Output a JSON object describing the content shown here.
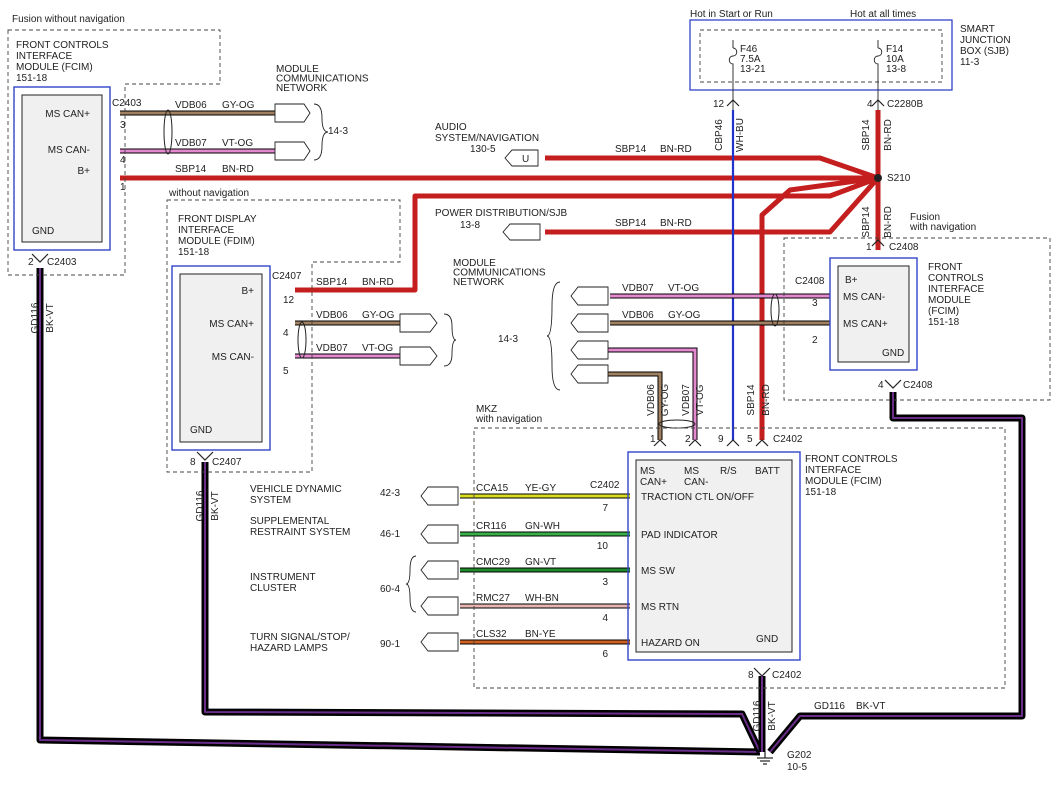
{
  "colors": {
    "bn_rd": "#c41e1e",
    "bk_vt": "#1a1a1a",
    "gy_og": "#a08060",
    "vt_og": "#e488d0",
    "wh_bu": "#2233cc",
    "ye_gy": "#d8dc20",
    "gn_wh": "#38b048",
    "gn_vt": "#1f8a2a",
    "wh_bn": "#e8b4b0",
    "bn_ye": "#d06020",
    "module_fill": "#f0f0f0",
    "module_border": "#3344cc"
  },
  "fcim_left": {
    "group": "Fusion without navigation",
    "title": [
      "FRONT CONTROLS",
      "INTERFACE",
      "MODULE (FCIM)",
      "151-18"
    ],
    "connector": "C2403",
    "connector_bottom": "C2403",
    "pins": [
      {
        "label": "MS CAN+",
        "num": "3"
      },
      {
        "label": "MS CAN-",
        "num": "4"
      },
      {
        "label": "B+",
        "num": "1"
      }
    ],
    "gnd": "GND",
    "gnd_pin": "2"
  },
  "mod_comm_top": {
    "title": [
      "MODULE",
      "COMMUNICATIONS",
      "NETWORK"
    ],
    "ref": "14-3"
  },
  "wires_top": [
    {
      "circuit": "VDB06",
      "color": "GY-OG"
    },
    {
      "circuit": "VDB07",
      "color": "VT-OG"
    },
    {
      "circuit": "SBP14",
      "color": "BN-RD"
    }
  ],
  "audio": {
    "title": [
      "AUDIO",
      "SYSTEM/NAVIGATION"
    ],
    "ref": "130-5",
    "conn": "U",
    "circuit": "SBP14",
    "color": "BN-RD"
  },
  "power_dist": {
    "title": "POWER DISTRIBUTION/SJB",
    "ref": "13-8",
    "circuit": "SBP14",
    "color": "BN-RD"
  },
  "splice": "S210",
  "sjb": {
    "hot_run": "Hot in Start or Run",
    "hot_all": "Hot at all times",
    "title": [
      "SMART",
      "JUNCTION",
      "BOX (SJB)",
      "11-3"
    ],
    "fuse1": [
      "F46",
      "7.5A",
      "13-21"
    ],
    "fuse2": [
      "F14",
      "10A",
      "13-8"
    ],
    "pin_left": "12",
    "pin_right": "4",
    "connector": "C2280B",
    "wire_left_circuit": "CBP46",
    "wire_left_color": "WH-BU",
    "wire_right_circuit": "SBP14",
    "wire_right_color": "BN-RD"
  },
  "fdim": {
    "group": "without navigation",
    "title": [
      "FRONT DISPLAY",
      "INTERFACE",
      "MODULE (FDIM)",
      "151-18"
    ],
    "connector": "C2407",
    "pins": [
      {
        "label": "B+",
        "num": "12",
        "circuit": "SBP14",
        "color": "BN-RD"
      },
      {
        "label": "MS CAN+",
        "num": "4",
        "circuit": "VDB06",
        "color": "GY-OG"
      },
      {
        "label": "MS CAN-",
        "num": "5",
        "circuit": "VDB07",
        "color": "VT-OG"
      }
    ],
    "gnd": "GND",
    "gnd_pin": "8",
    "gnd_connector": "C2407",
    "ground_circuit": "GD116",
    "ground_color": "BK-VT"
  },
  "mod_comm_mid": {
    "title": [
      "MODULE",
      "COMMUNICATIONS",
      "NETWORK"
    ],
    "ref": "14-3",
    "wires": [
      {
        "circuit": "VDB07",
        "color": "VT-OG"
      },
      {
        "circuit": "VDB06",
        "color": "GY-OG"
      }
    ]
  },
  "fcim_right": {
    "group": [
      "Fusion",
      "with navigation"
    ],
    "title": [
      "FRONT",
      "CONTROLS",
      "INTERFACE",
      "MODULE",
      "(FCIM)",
      "151-18"
    ],
    "connector": "C2408",
    "b_plus_pin": "1",
    "pins": [
      {
        "label": "MS CAN-",
        "num": "3"
      },
      {
        "label": "MS CAN+",
        "num": "2"
      }
    ],
    "b_plus": "B+",
    "gnd": "GND",
    "gnd_pin": "4",
    "circuit": "SBP14",
    "color": "BN-RD"
  },
  "fcim_main": {
    "group": [
      "MKZ",
      "with navigation"
    ],
    "title": [
      "FRONT CONTROLS",
      "INTERFACE",
      "MODULE (FCIM)",
      "151-18"
    ],
    "connector": "C2402",
    "top_pins": [
      {
        "label1": "MS",
        "label2": "CAN+",
        "num": "1"
      },
      {
        "label1": "MS",
        "label2": "CAN-",
        "num": "2"
      },
      {
        "label1": "R/S",
        "label2": "",
        "num": "9"
      },
      {
        "label1": "BATT",
        "label2": "",
        "num": "5"
      }
    ],
    "top_wires": [
      {
        "circuit": "VDB06",
        "color": "GY-OG"
      },
      {
        "circuit": "VDB07",
        "color": "VT-OG"
      },
      {
        "circuit": "SBP14",
        "color": "BN-RD"
      }
    ],
    "side_pins": [
      {
        "label": "TRACTION CTL ON/OFF",
        "num": "7",
        "circuit": "CCA15",
        "color": "YE-GY",
        "ext": [
          "VEHICLE DYNAMIC",
          "SYSTEM"
        ],
        "ref": "42-3",
        "conn": "C2402"
      },
      {
        "label": "PAD INDICATOR",
        "num": "10",
        "circuit": "CR116",
        "color": "GN-WH",
        "ext": [
          "SUPPLEMENTAL",
          "RESTRAINT SYSTEM"
        ],
        "ref": "46-1"
      },
      {
        "label": "MS SW",
        "num": "3",
        "circuit": "CMC29",
        "color": "GN-VT",
        "ext": [
          "INSTRUMENT",
          "CLUSTER"
        ],
        "ref": "60-4"
      },
      {
        "label": "MS RTN",
        "num": "4",
        "circuit": "RMC27",
        "color": "WH-BN"
      },
      {
        "label": "HAZARD ON",
        "num": "6",
        "circuit": "CLS32",
        "color": "BN-YE",
        "ext": [
          "TURN SIGNAL/STOP/",
          "HAZARD LAMPS"
        ],
        "ref": "90-1"
      }
    ],
    "gnd": "GND",
    "gnd_pin": "8",
    "gnd_connector": "C2402"
  },
  "ground": {
    "circuit": "GD116",
    "color": "BK-VT",
    "name": "G202",
    "ref": "10-5"
  }
}
